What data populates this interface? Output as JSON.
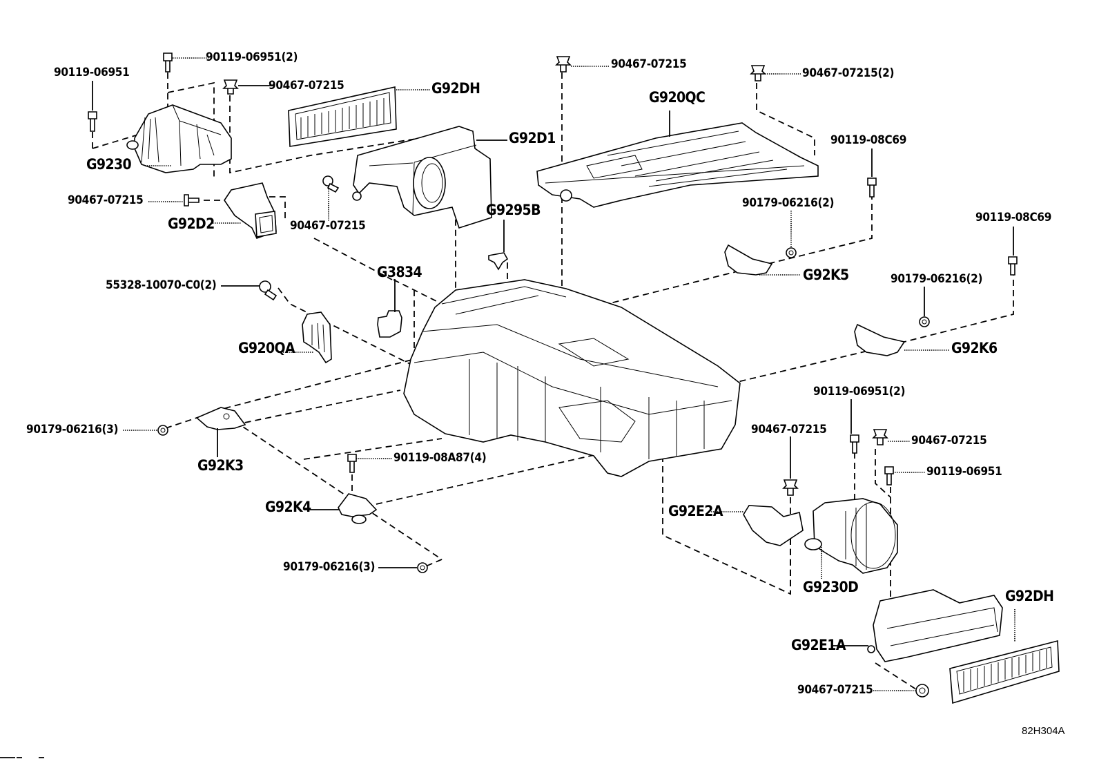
{
  "diagram": {
    "type": "exploded parts diagram",
    "illustration_code": "82H304A",
    "callouts": [
      {
        "id": "c1",
        "text": "90119-06951"
      },
      {
        "id": "c2",
        "text": "90119-06951(2)"
      },
      {
        "id": "c3",
        "text": "90467-07215"
      },
      {
        "id": "c4",
        "text": "G92DH"
      },
      {
        "id": "c5",
        "text": "G9230"
      },
      {
        "id": "c6",
        "text": "G92D1"
      },
      {
        "id": "c7",
        "text": "90467-07215"
      },
      {
        "id": "c8",
        "text": "90467-07215(2)"
      },
      {
        "id": "c9",
        "text": "G920QC"
      },
      {
        "id": "c10",
        "text": "90119-08C69"
      },
      {
        "id": "c11",
        "text": "90467-07215"
      },
      {
        "id": "c12",
        "text": "G92D2"
      },
      {
        "id": "c13",
        "text": "90467-07215"
      },
      {
        "id": "c14",
        "text": "G9295B"
      },
      {
        "id": "c15",
        "text": "90179-06216(2)"
      },
      {
        "id": "c16",
        "text": "G92K5"
      },
      {
        "id": "c17",
        "text": "90119-08C69"
      },
      {
        "id": "c18",
        "text": "G3834"
      },
      {
        "id": "c19",
        "text": "55328-10070-C0(2)"
      },
      {
        "id": "c20",
        "text": "90179-06216(2)"
      },
      {
        "id": "c21",
        "text": "G920QA"
      },
      {
        "id": "c22",
        "text": "G92K6"
      },
      {
        "id": "c23",
        "text": "90119-06951(2)"
      },
      {
        "id": "c24",
        "text": "90179-06216(3)"
      },
      {
        "id": "c25",
        "text": "90467-07215"
      },
      {
        "id": "c26",
        "text": "90467-07215"
      },
      {
        "id": "c27",
        "text": "G92K3"
      },
      {
        "id": "c28",
        "text": "90119-08A87(4)"
      },
      {
        "id": "c29",
        "text": "90119-06951"
      },
      {
        "id": "c30",
        "text": "G92K4"
      },
      {
        "id": "c31",
        "text": "G92E2A"
      },
      {
        "id": "c32",
        "text": "90179-06216(3)"
      },
      {
        "id": "c33",
        "text": "G9230D"
      },
      {
        "id": "c34",
        "text": "G92DH"
      },
      {
        "id": "c35",
        "text": "G92E1A"
      },
      {
        "id": "c36",
        "text": "90467-07215"
      }
    ]
  }
}
